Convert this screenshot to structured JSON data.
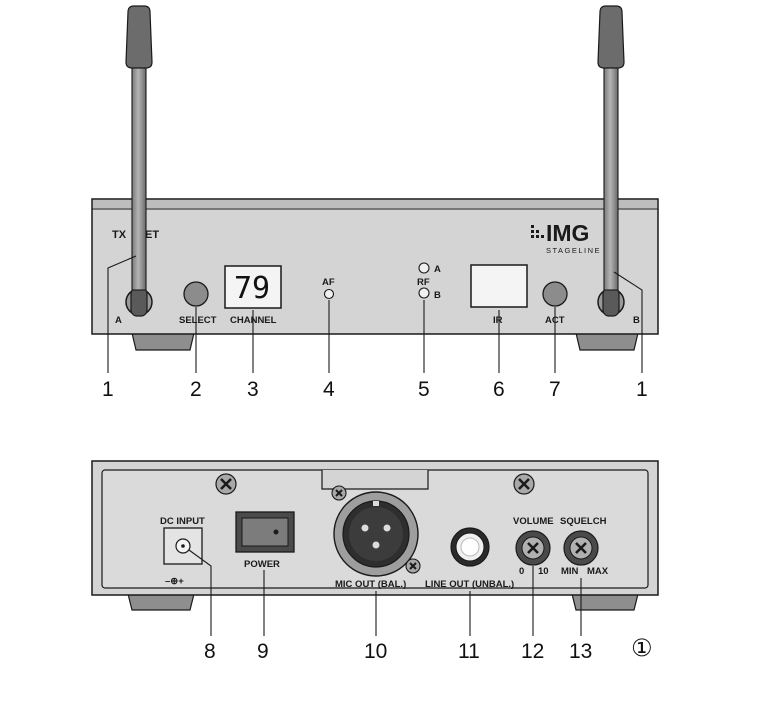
{
  "front": {
    "model": "TX   ..SET",
    "brand": "IMG",
    "brand_sub": "STAGELINE",
    "display_value": "79",
    "labels": {
      "antenna_a": "A",
      "antenna_b": "B",
      "select": "SELECT",
      "channel": "CHANNEL",
      "af": "AF",
      "rf": "RF",
      "rf_a": "A",
      "rf_b": "B",
      "ir": "IR",
      "act": "ACT"
    },
    "callouts": [
      "1",
      "2",
      "3",
      "4",
      "5",
      "6",
      "7",
      "1"
    ]
  },
  "rear": {
    "labels": {
      "dc_input": "DC INPUT",
      "polarity": "–⊕+",
      "power": "POWER",
      "mic_out": "MIC OUT (BAL.)",
      "line_out": "LINE OUT (UNBAL.)",
      "volume": "VOLUME",
      "volume_min": "0",
      "volume_max": "10",
      "squelch": "SQUELCH",
      "squelch_min": "MIN",
      "squelch_max": "MAX"
    },
    "callouts": [
      "8",
      "9",
      "10",
      "11",
      "12",
      "13"
    ]
  },
  "figure_number": "①"
}
